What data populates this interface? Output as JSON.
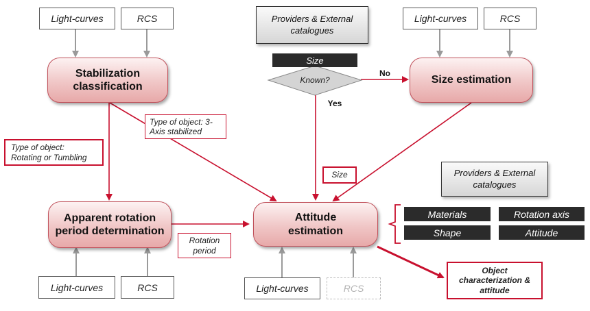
{
  "inputs": {
    "light_curves": "Light-curves",
    "rcs": "RCS"
  },
  "processes": {
    "stabilization": "Stabilization classification",
    "size_estimation": "Size estimation",
    "rotation_period": "Apparent rotation period determination",
    "attitude_estimation": "Attitude estimation"
  },
  "providers": {
    "label": "Providers & External catalogues"
  },
  "decision": {
    "size_label": "Size",
    "question": "Known?",
    "no_label": "No",
    "yes_label": "Yes"
  },
  "edge_labels": {
    "three_axis": "Type of object: 3-Axis stabilized",
    "rotating": "Type of object: Rotating or Tumbling",
    "size": "Size",
    "rotation_period": "Rotation period"
  },
  "catalogue_items": {
    "materials": "Materials",
    "rotation_axis": "Rotation axis",
    "shape": "Shape",
    "attitude": "Attitude"
  },
  "output": {
    "label": "Object characterization & attitude"
  },
  "colors": {
    "gray_arrow": "#9a9a9a",
    "red_arrow": "#c8102e",
    "process_fill": "#f0c6c6",
    "dark_label": "#2b2b2b"
  }
}
